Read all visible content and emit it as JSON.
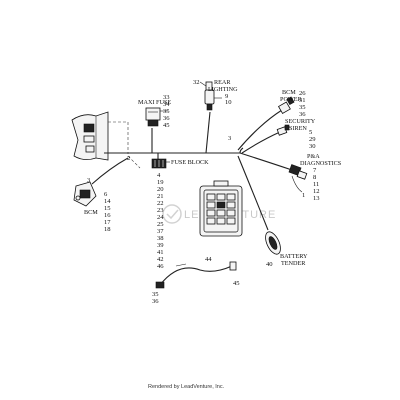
{
  "callouts": {
    "c2": "2",
    "c3": "3",
    "c4": "4",
    "c3b": "3",
    "maxi_fuse_nums": [
      "33",
      "34",
      "35",
      "36",
      "45"
    ],
    "rear_light_top": "32",
    "rear_light_nums": [
      "9",
      "10"
    ],
    "bcm_power_nums": [
      "26",
      "31",
      "35",
      "36"
    ],
    "security_nums": [
      "5",
      "29",
      "30"
    ],
    "pa_diag_nums": [
      "7",
      "8",
      "11",
      "12",
      "13"
    ],
    "pa_diag_side": "1",
    "fuse_block_nums": [
      "19",
      "20",
      "21",
      "22",
      "23",
      "24",
      "25",
      "37",
      "38",
      "39",
      "41",
      "42",
      "46"
    ],
    "bcm_nums": [
      "6",
      "14",
      "15",
      "16",
      "17",
      "18"
    ],
    "battery_num": "40",
    "harness_top": "44",
    "harness_left": [
      "35",
      "36"
    ],
    "harness_right": "45"
  },
  "labels": {
    "maxi_fuse": "MAXI FUSE",
    "rear_lighting_1": "REAR",
    "rear_lighting_2": "LIGHTING",
    "bcm_power_1": "BCM",
    "bcm_power_2": "POWER",
    "security_1": "SECURITY",
    "security_2": "SIREN",
    "pa_1": "P&A",
    "pa_2": "DIAGNOSTICS",
    "fuse_block": "FUSE BLOCK",
    "bcm": "BCM",
    "battery_1": "BATTERY",
    "battery_2": "TENDER"
  },
  "watermark": "LEADVENTURE",
  "footer": "Rendered by LeadVenture, Inc."
}
